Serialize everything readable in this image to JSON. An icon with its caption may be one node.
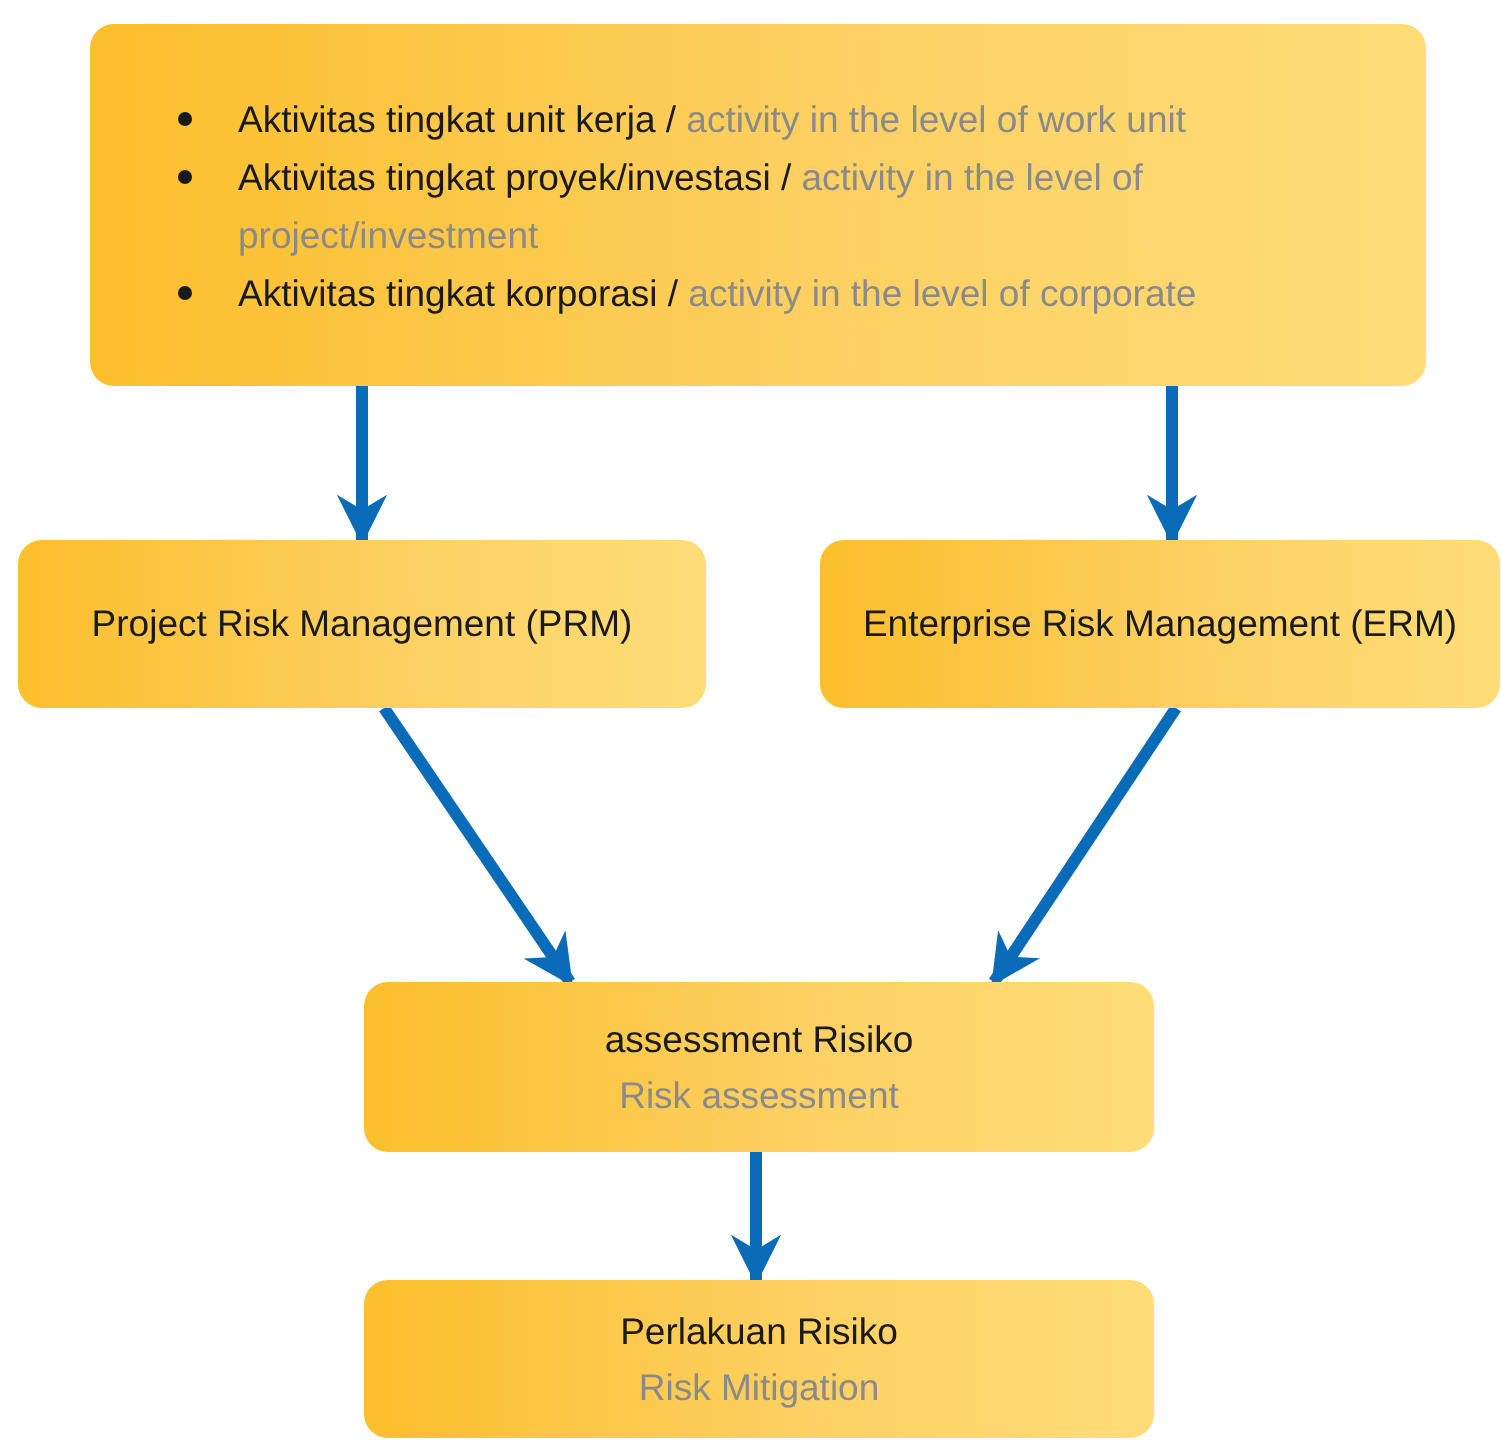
{
  "diagram": {
    "nodes": [
      {
        "text": [
          "Aktivitas tingkat unit kerja /",
          "activity in the level of work unit",
          "Aktivitas tingkat proyek/investasi /",
          "activity in the level of project/investment",
          "Aktivitas tingkat korporasi /",
          "activity in the level of corporate"
        ]
      },
      {
        "text": [
          "Project Risk Management (PRM)"
        ]
      },
      {
        "text": [
          "Enterprise Risk Management (ERM)"
        ]
      },
      {
        "text": [
          "assessment Risiko",
          "Risk assessment"
        ]
      },
      {
        "text": [
          "Perlakuan Risiko",
          "Risk Mitigation"
        ]
      }
    ],
    "edges": [
      {
        "from": 0,
        "to": 1,
        "arrow": "to"
      },
      {
        "from": 0,
        "to": 2,
        "arrow": "to"
      },
      {
        "from": 1,
        "to": 3,
        "arrow": "to"
      },
      {
        "from": 2,
        "to": 3,
        "arrow": "to"
      },
      {
        "from": 3,
        "to": 4,
        "arrow": "to"
      }
    ]
  }
}
